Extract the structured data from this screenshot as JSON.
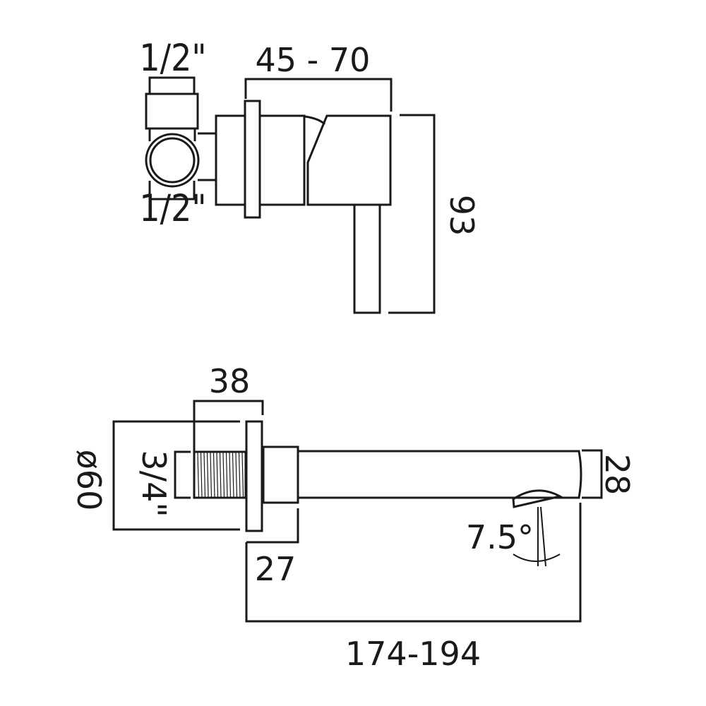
{
  "top_view": {
    "inlet_top_label": "1/2\"",
    "inlet_bottom_label": "1/2\"",
    "depth_range_label": "45 - 70",
    "height_label": "93"
  },
  "bottom_view": {
    "thread_length_label": "38",
    "plate_diameter_label": "ø60",
    "thread_size_label": "3/4\"",
    "spout_height_label": "28",
    "outlet_angle_label": "7.5°",
    "collar_label": "27",
    "spout_projection_label": "174-194"
  }
}
